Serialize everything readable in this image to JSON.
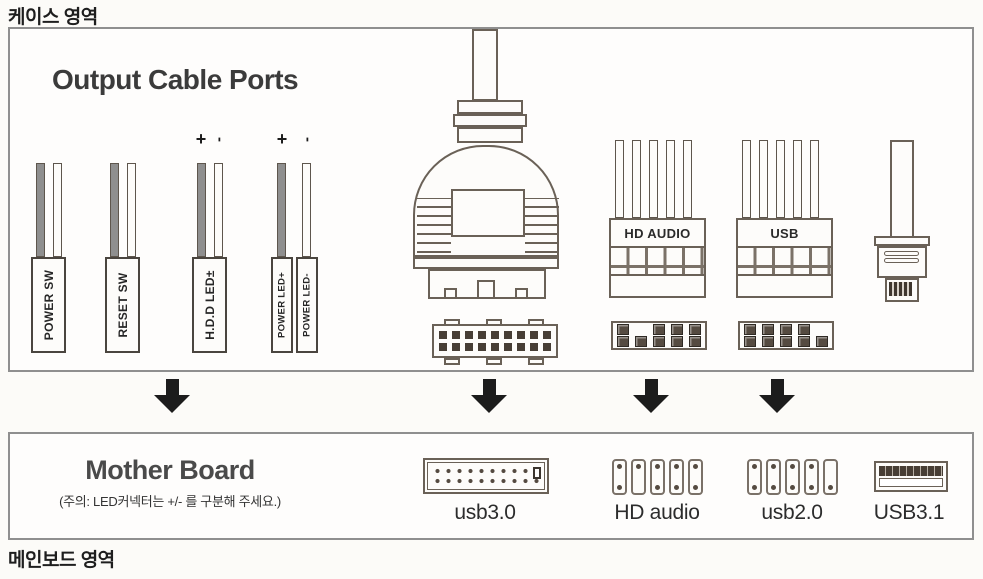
{
  "area_labels": {
    "case": "케이스 영역",
    "motherboard": "메인보드 영역"
  },
  "case_box": {
    "title": "Output Cable Ports",
    "polarity_plus": "+",
    "polarity_minus": "-",
    "cables": {
      "power_sw": "POWER SW",
      "reset_sw": "RESET SW",
      "hdd_led": "H.D.D LED±",
      "power_led_plus": "POWER LED+",
      "power_led_minus": "POWER LED-",
      "hd_audio": "HD AUDIO",
      "usb": "USB"
    }
  },
  "motherboard_box": {
    "title": "Mother Board",
    "note": "(주의: LED커넥터는 +/- 를 구분해 주세요.)",
    "headers": {
      "usb30": "usb3.0",
      "hd_audio": "HD audio",
      "usb20": "usb2.0",
      "usb31": "USB3.1"
    }
  },
  "colors": {
    "outline": "#6a6157",
    "wire_gray": "#8f8f8f",
    "pin_dark": "#473e35",
    "arrow": "#1c1c1c",
    "box_border": "#8f8f8f"
  }
}
